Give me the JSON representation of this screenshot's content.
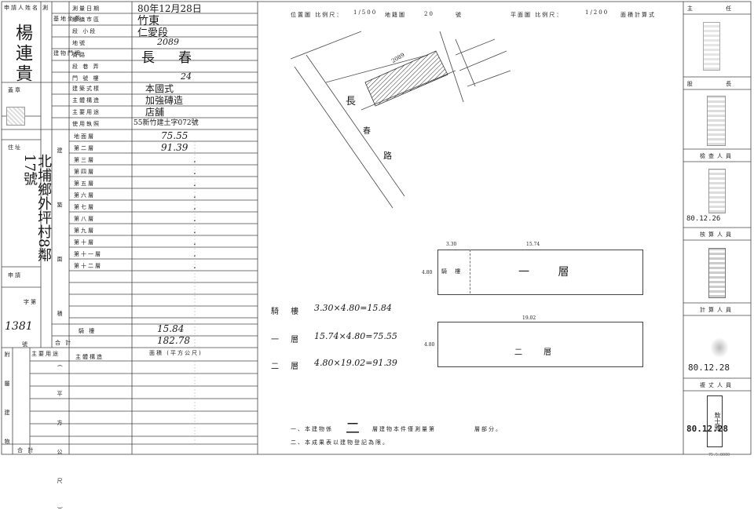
{
  "left_form": {
    "applicant_label": "申請人姓名",
    "applicant_name": "楊連貴",
    "seal_label": "蓋章",
    "address_label": "住址",
    "address_value": "北埔鄉外坪村8鄰17號",
    "address_note": "竹東",
    "applicant_no_label": "申請",
    "applicant_no_label2": "字第",
    "applicant_no_value": "1381",
    "applicant_no_label3": "號",
    "survey_date_label": "測量日期",
    "survey_date_value": "80年12月28日",
    "site_label": "基地坐落",
    "township_label": "鄉鎮市區",
    "township_value": "竹東",
    "section_label": "段 小段",
    "section_value": "仁愛段",
    "lot_label": "地號",
    "lot_value": "2089",
    "doorplate_label": "建物門牌",
    "street_label": "街路",
    "street_value": "長春",
    "lane_label": "段 巷 弄",
    "number_label": "門 號 樓",
    "number_value": "24",
    "rows": [
      {
        "label": "建築式樣",
        "value": "本國式"
      },
      {
        "label": "主體構造",
        "value": "加強磚造"
      },
      {
        "label": "主要用途",
        "value": "店舖"
      },
      {
        "label": "使用執照",
        "value": "55新竹建土字072號"
      }
    ],
    "area_label": "建 築 面 積 (平方公尺)",
    "floors": [
      {
        "label": "地面層",
        "value": "75.55"
      },
      {
        "label": "第二層",
        "value": "91.39"
      },
      {
        "label": "第三層",
        "value": "."
      },
      {
        "label": "第四層",
        "value": "."
      },
      {
        "label": "第五層",
        "value": "."
      },
      {
        "label": "第六層",
        "value": "."
      },
      {
        "label": "第七層",
        "value": "."
      },
      {
        "label": "第八層",
        "value": "."
      },
      {
        "label": "第九層",
        "value": "."
      },
      {
        "label": "第十層",
        "value": "."
      },
      {
        "label": "第十一層",
        "value": "."
      },
      {
        "label": "第十二層",
        "value": "."
      }
    ],
    "corridor_label": "騎 樓",
    "corridor_value": "15.84",
    "total_label": "合 計",
    "total_value": "182.78",
    "annex_label": "附屬建物",
    "annex_use_label": "主要用途",
    "annex_structure_label": "主體構造",
    "annex_area_label": "面積 (平方公尺)",
    "annex_total_label": "合 計"
  },
  "drawing": {
    "location_map_label": "位置圖 比例尺：",
    "location_scale": "1/500",
    "map_sheet_label": "地籍圖",
    "map_sheet_no": "20",
    "map_sheet_suffix": "號",
    "floor_plan_label": "平面圖 比例尺：",
    "floor_scale": "1/200",
    "area_calc_label": "面積計算式",
    "street_char1": "長",
    "street_char2": "春",
    "street_char3": "路",
    "lot_number": "2089",
    "floor1_label": "一 層",
    "floor2_label": "二 層",
    "corridor_plan_label": "騎 樓",
    "dim_top1": "3.30",
    "dim_top2": "15.74",
    "dim_side1": "4.80",
    "dim_top_floor2": "19.02",
    "dim_side2": "4.80",
    "calc_lines": [
      {
        "label": "騎 樓",
        "formula": "3.30×4.80=15.84"
      },
      {
        "label": "一 層",
        "formula": "15.74×4.80=75.55"
      },
      {
        "label": "二 層",
        "formula": "4.80×19.02=91.39"
      }
    ],
    "note1_prefix": "一、本建物係",
    "note1_value": "二",
    "note1_mid": "層建物本件僅測量第",
    "note1_suffix": "層部分。",
    "note2": "二、本成果表以建物登記為限。"
  },
  "right_panel": {
    "director_label": "主 任",
    "section_chief_label": "股 長",
    "inspector_label": "檢查人員",
    "inspector_date": "80.12.26",
    "checker_label": "核算人員",
    "calculator_label": "計算人員",
    "calculator_date": "80.12.28",
    "surveyor_label": "複丈人員",
    "surveyor_date": "80.12.28",
    "stamp_text": "敖士雅"
  },
  "footer_code": "75.5.8000"
}
